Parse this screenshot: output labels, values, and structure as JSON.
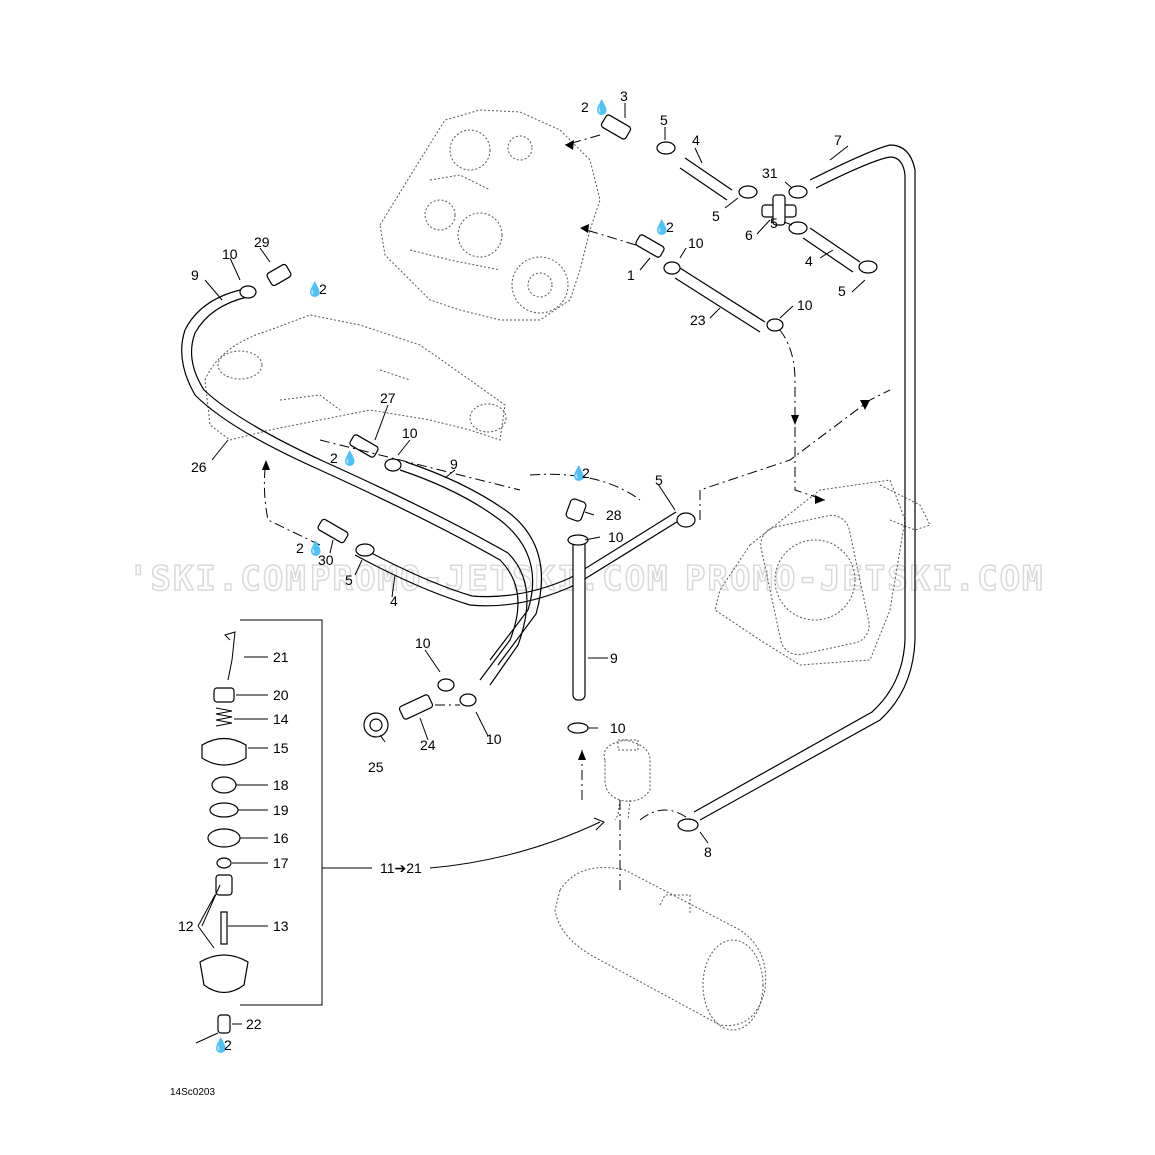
{
  "watermark": [
    "'SKI.COM",
    "PROMO-JETSKI.COM",
    "PROMO-JETSKI.COM"
  ],
  "drawing_code": "14Sc0203",
  "group_label": "11➔21",
  "drop_symbol": "💧",
  "callouts": {
    "c1": "1",
    "c2a": "2",
    "c2b": "2",
    "c2c": "2",
    "c2d": "2",
    "c2e": "2",
    "c2f": "2",
    "c2g": "2",
    "c3": "3",
    "c4a": "4",
    "c4b": "4",
    "c4c": "4",
    "c5a": "5",
    "c5b": "5",
    "c5c": "5",
    "c5d": "5",
    "c5e": "5",
    "c6": "6",
    "c7": "7",
    "c8": "8",
    "c9a": "9",
    "c9b": "9",
    "c9c": "9",
    "c10a": "10",
    "c10b": "10",
    "c10c": "10",
    "c10d": "10",
    "c10e": "10",
    "c10f": "10",
    "c10g": "10",
    "c10h": "10",
    "c12": "12",
    "c13": "13",
    "c14": "14",
    "c15": "15",
    "c16": "16",
    "c17": "17",
    "c18": "18",
    "c19": "19",
    "c20": "20",
    "c21": "21",
    "c22": "22",
    "c23": "23",
    "c24": "24",
    "c25": "25",
    "c26": "26",
    "c27": "27",
    "c28": "28",
    "c29": "29",
    "c30": "30",
    "c31": "31"
  }
}
